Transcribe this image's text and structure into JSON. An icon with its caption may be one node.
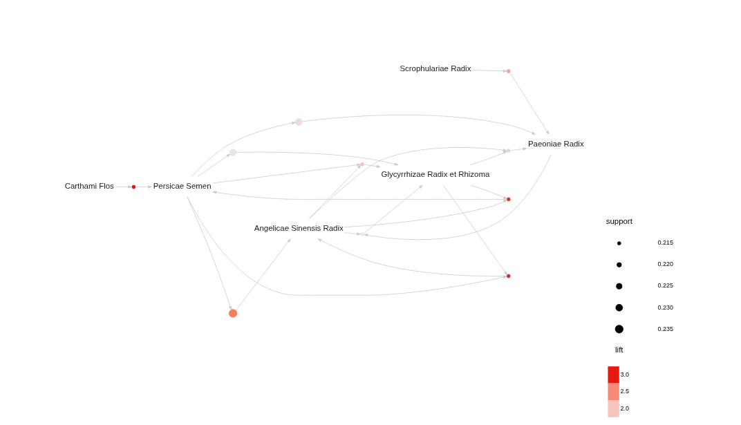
{
  "diagram": {
    "nodes": [
      {
        "text": [
          "Carthami Flos"
        ]
      },
      {
        "text": [],
        "shape": "circle"
      },
      {
        "text": [],
        "shape": "circle"
      },
      {
        "text": [],
        "shape": "circle"
      },
      {
        "text": [
          "Scrophulariae Radix"
        ]
      },
      {
        "text": [],
        "shape": "circle"
      },
      {
        "text": [
          "Persicae Semen"
        ]
      },
      {
        "text": [
          "Paeoniae Radix"
        ]
      },
      {
        "text": [],
        "shape": "circle"
      },
      {
        "text": [
          "Angelicae Sinensis Radix"
        ]
      },
      {
        "text": [],
        "shape": "circle"
      },
      {
        "text": [],
        "shape": "circle"
      },
      {
        "text": [],
        "shape": "circle"
      },
      {
        "text": [
          "Glycyrrhizae Radix et Rhizoma"
        ]
      },
      {
        "text": [],
        "shape": "circle"
      },
      {
        "text": [],
        "shape": "circle"
      }
    ],
    "edges": [
      {
        "from": 0,
        "to": 1,
        "arrow": "to"
      },
      {
        "from": 1,
        "to": 6,
        "arrow": "to"
      },
      {
        "from": 6,
        "to": 2,
        "arrow": "to"
      },
      {
        "from": 2,
        "to": 9,
        "arrow": "to"
      },
      {
        "from": 6,
        "to": 3,
        "arrow": "to"
      },
      {
        "from": 3,
        "to": 7,
        "arrow": "to"
      },
      {
        "from": 4,
        "to": 5,
        "arrow": "to"
      },
      {
        "from": 5,
        "to": 7,
        "arrow": "to"
      },
      {
        "from": 9,
        "to": 8,
        "arrow": "to"
      },
      {
        "from": 13,
        "to": 8,
        "arrow": "to"
      },
      {
        "from": 8,
        "to": 6,
        "arrow": "to"
      },
      {
        "from": 9,
        "to": 10,
        "arrow": "to"
      },
      {
        "from": 7,
        "to": 10,
        "arrow": "to"
      },
      {
        "from": 10,
        "to": 13,
        "arrow": "to"
      },
      {
        "from": 6,
        "to": 11,
        "arrow": "to"
      },
      {
        "from": 9,
        "to": 11,
        "arrow": "to"
      },
      {
        "from": 11,
        "to": 13,
        "arrow": "to"
      },
      {
        "from": 9,
        "to": 12,
        "arrow": "to"
      },
      {
        "from": 13,
        "to": 12,
        "arrow": "to"
      },
      {
        "from": 12,
        "to": 7,
        "arrow": "to"
      },
      {
        "from": 6,
        "to": 14,
        "arrow": "to"
      },
      {
        "from": 14,
        "to": 13,
        "arrow": "to"
      },
      {
        "from": 6,
        "to": 15,
        "arrow": "to"
      },
      {
        "from": 13,
        "to": 15,
        "arrow": "to"
      },
      {
        "from": 15,
        "to": 9,
        "arrow": "to"
      }
    ],
    "labels": [
      "support",
      "lift"
    ],
    "legend": [
      {
        "text": "0.215"
      },
      {
        "text": "0.220"
      },
      {
        "text": "0.225"
      },
      {
        "text": "0.230"
      },
      {
        "text": "0.235"
      },
      {
        "text": "3.0",
        "color": "#e8190e"
      },
      {
        "text": "2.5",
        "color": "#f58a78"
      },
      {
        "text": "2.0",
        "color": "#f7c4ba"
      }
    ]
  }
}
